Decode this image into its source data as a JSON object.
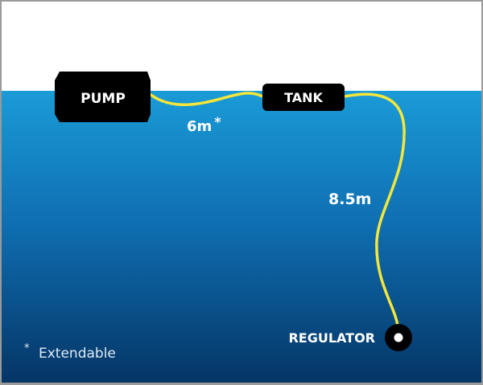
{
  "components": {
    "pump": "PUMP",
    "tank": "TANK",
    "regulator": "REGULATOR"
  },
  "hoses": {
    "pump_to_tank": "6m",
    "pump_to_tank_mark": "*",
    "tank_to_regulator": "8.5m"
  },
  "footnote": {
    "mark": "*",
    "text": "Extendable"
  },
  "colors": {
    "sky": "#ffffff",
    "water_top": "#1a9bd7",
    "water_bottom": "#053566",
    "hose": "#f5e63a",
    "device": "#000000"
  }
}
